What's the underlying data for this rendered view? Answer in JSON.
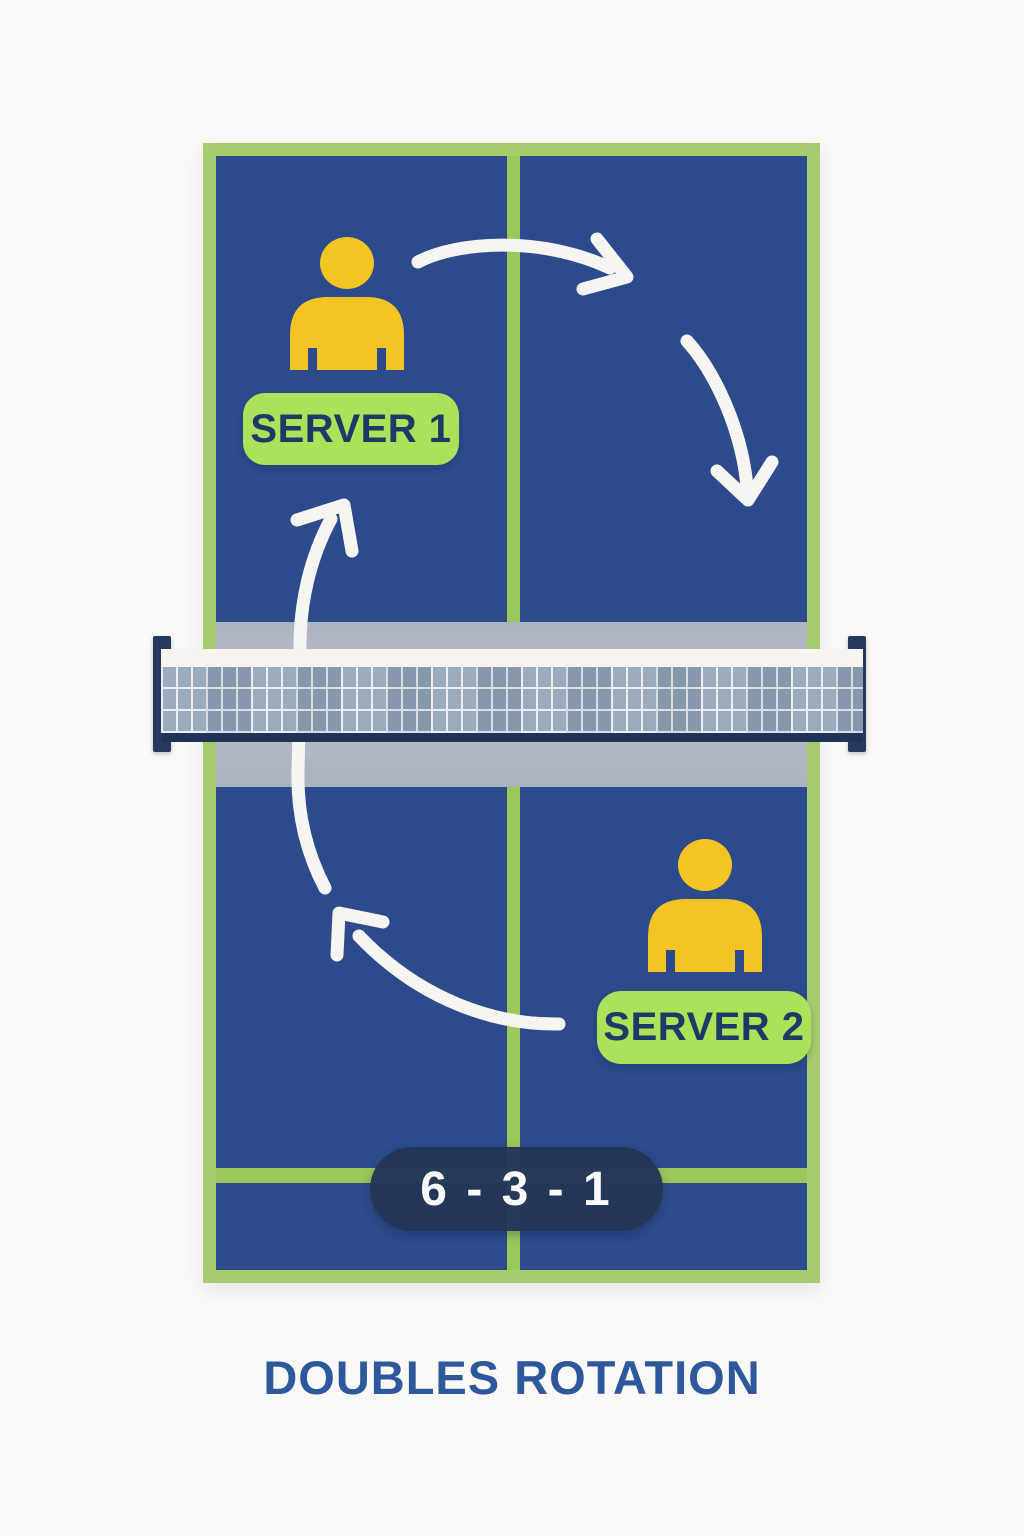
{
  "title": "DOUBLES ROTATION",
  "badges": {
    "server1": "SERVER 1",
    "server2": "SERVER 2"
  },
  "rotation_sequence": "6 - 3 - 1",
  "icons": {
    "player1": "player-icon",
    "player2": "player-icon",
    "arrow_top": "rotation-arrow-right-icon",
    "arrow_right": "rotation-arrow-down-icon",
    "arrow_bottom": "rotation-arrow-upleft-icon",
    "arrow_left": "rotation-arrow-up-icon",
    "net": "pickleball-net-graphic"
  },
  "colors": {
    "background": "#FAF9F7",
    "court_blue": "#2C4B8C",
    "court_border_green": "#A6CC6D",
    "line_green": "#9CC75B",
    "badge_green": "#AEE15A",
    "player_yellow": "#F3C424",
    "navy_text": "#1D3A66",
    "pill_navy": "#233656",
    "net_gray_band": "#AFB7C3",
    "net_mesh_blue_gray": "#92A2B7",
    "net_post_navy": "#263A5F",
    "arrow_white": "#F7F5F1",
    "title_blue": "#2D589B"
  }
}
